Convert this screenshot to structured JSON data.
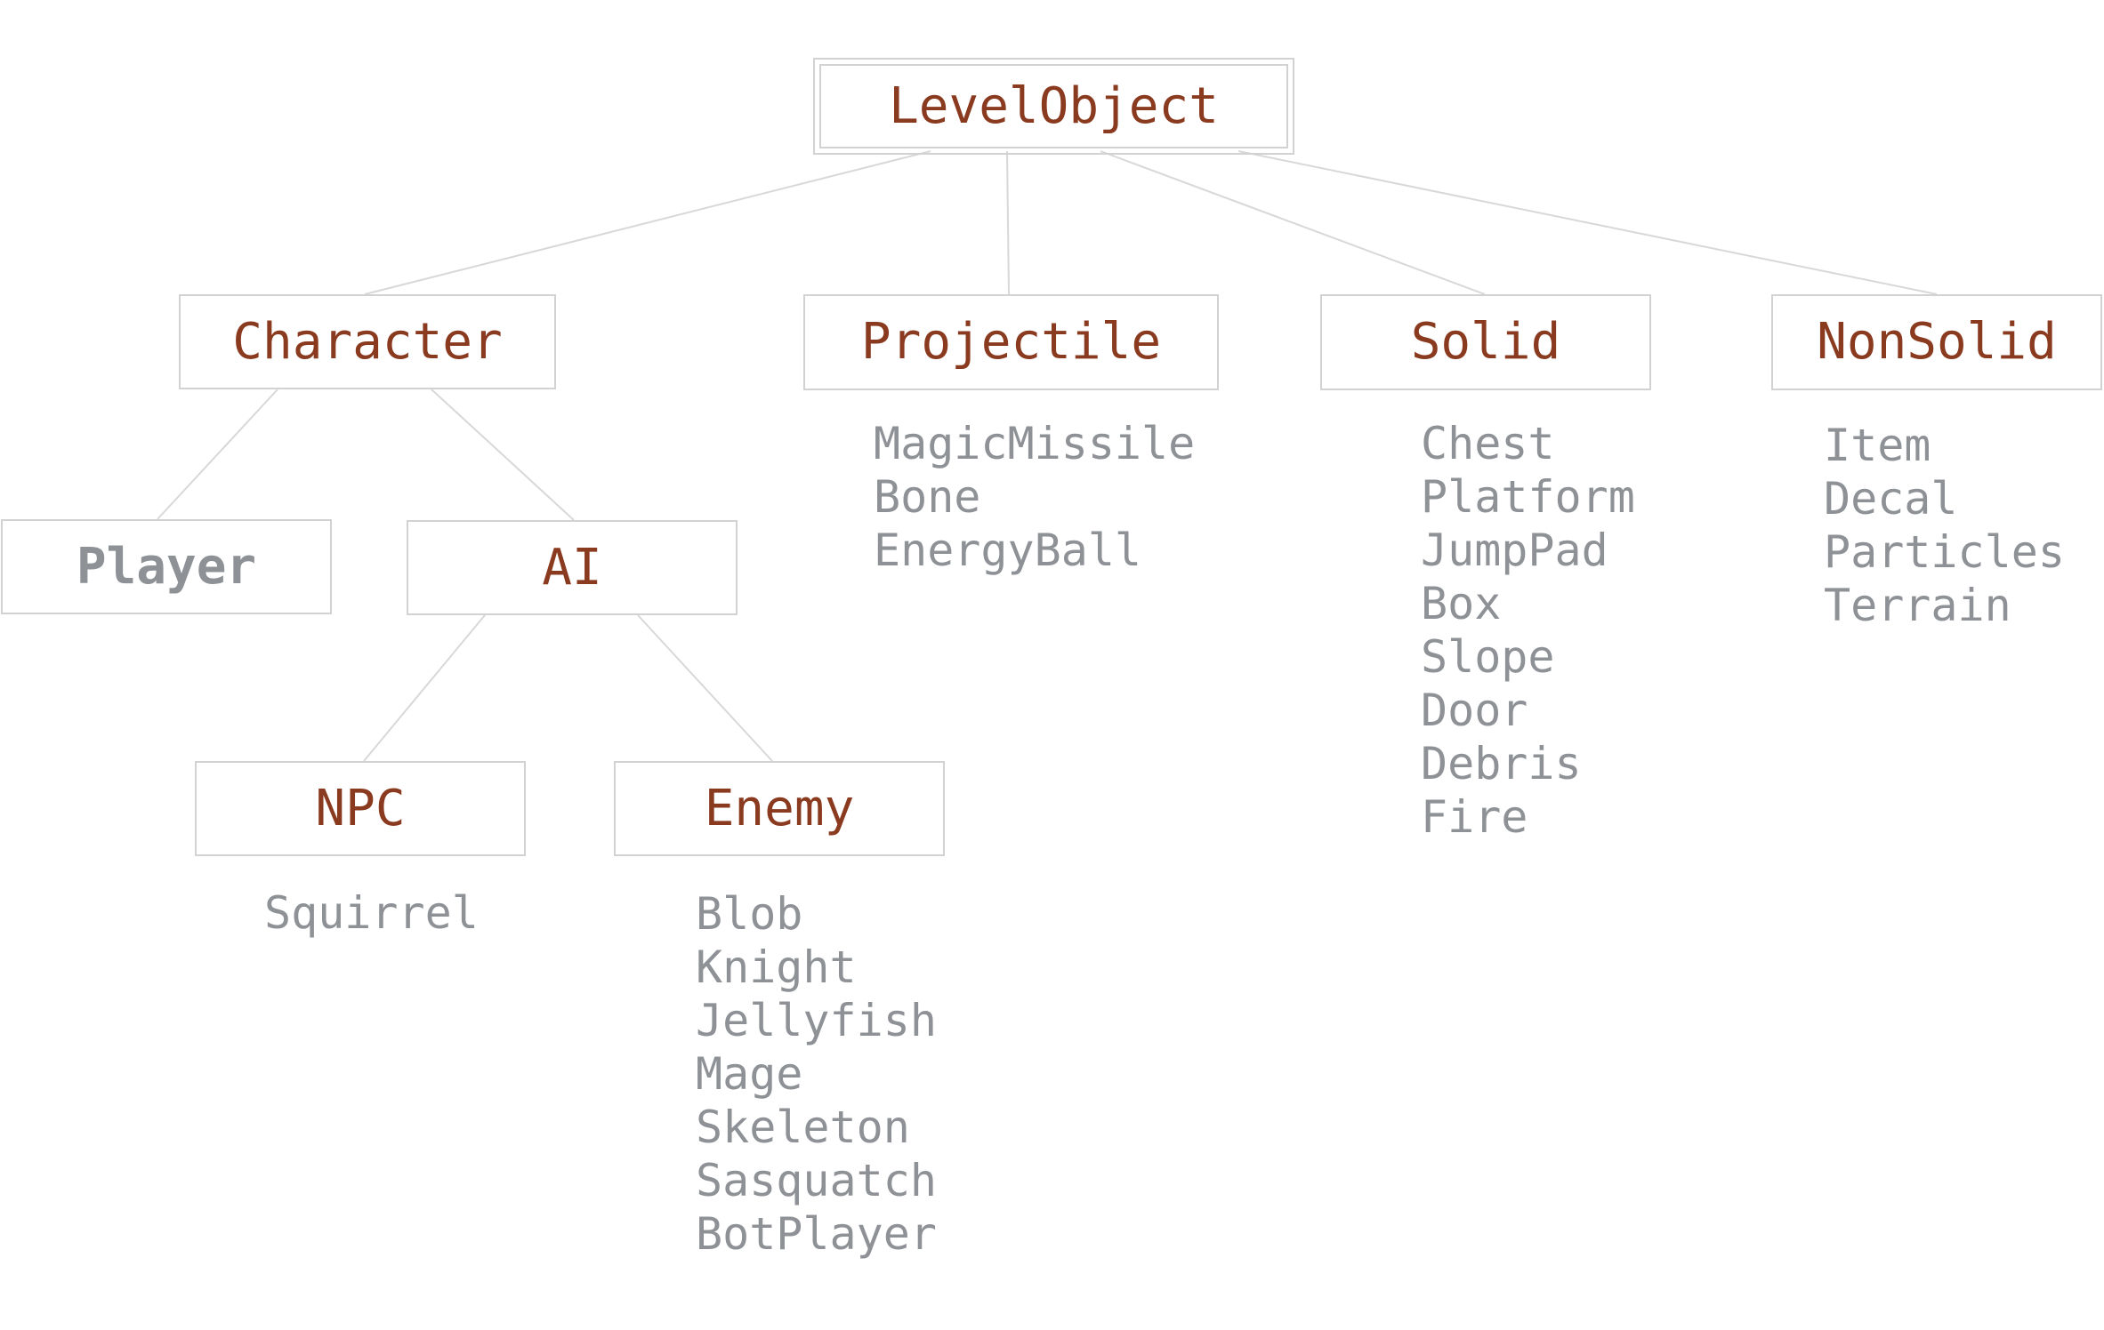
{
  "nodes": {
    "levelobject": {
      "label": "LevelObject",
      "kind": "abstract"
    },
    "character": {
      "label": "Character",
      "kind": "abstract"
    },
    "projectile": {
      "label": "Projectile",
      "kind": "abstract",
      "children": [
        "MagicMissile",
        "Bone",
        "EnergyBall"
      ]
    },
    "solid": {
      "label": "Solid",
      "kind": "abstract",
      "children": [
        "Chest",
        "Platform",
        "JumpPad",
        "Box",
        "Slope",
        "Door",
        "Debris",
        "Fire"
      ]
    },
    "nonsolid": {
      "label": "NonSolid",
      "kind": "abstract",
      "children": [
        "Item",
        "Decal",
        "Particles",
        "Terrain"
      ]
    },
    "player": {
      "label": "Player",
      "kind": "concrete"
    },
    "ai": {
      "label": "AI",
      "kind": "abstract"
    },
    "npc": {
      "label": "NPC",
      "kind": "abstract",
      "children": [
        "Squirrel"
      ]
    },
    "enemy": {
      "label": "Enemy",
      "kind": "abstract",
      "children": [
        "Blob",
        "Knight",
        "Jellyfish",
        "Mage",
        "Skeleton",
        "Sasquatch",
        "BotPlayer"
      ]
    }
  },
  "edges": [
    [
      "levelobject",
      "character"
    ],
    [
      "levelobject",
      "projectile"
    ],
    [
      "levelobject",
      "solid"
    ],
    [
      "levelobject",
      "nonsolid"
    ],
    [
      "character",
      "player"
    ],
    [
      "character",
      "ai"
    ],
    [
      "ai",
      "npc"
    ],
    [
      "ai",
      "enemy"
    ]
  ],
  "colors": {
    "abstract_text": "#8a3a1f",
    "concrete_text": "#8e9196",
    "leaf_text": "#8e9196",
    "box_border": "#d2d2d2",
    "edge": "#d8d8d8"
  }
}
